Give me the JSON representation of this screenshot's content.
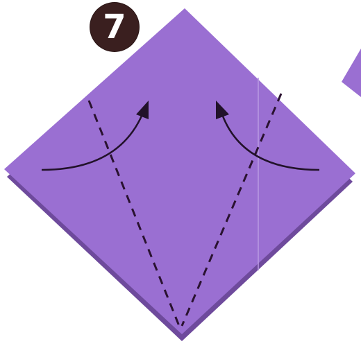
{
  "step": {
    "number": "7"
  },
  "colors": {
    "paper": "#9a6fd2",
    "paper_shadow": "#6e4a9c",
    "paper_edge_highlight": "#b897e2",
    "fold_line": "#2a1230",
    "arrow": "#22122a",
    "badge": "#3a1f1f",
    "background": "#ffffff"
  },
  "diagram": {
    "fold_lines": [
      {
        "name": "left-valley-fold",
        "style": "dashed"
      },
      {
        "name": "right-valley-fold",
        "style": "dashed"
      }
    ],
    "arrows": [
      {
        "name": "left-fold-arrow",
        "direction": "up-right"
      },
      {
        "name": "right-fold-arrow",
        "direction": "up-left"
      }
    ]
  }
}
